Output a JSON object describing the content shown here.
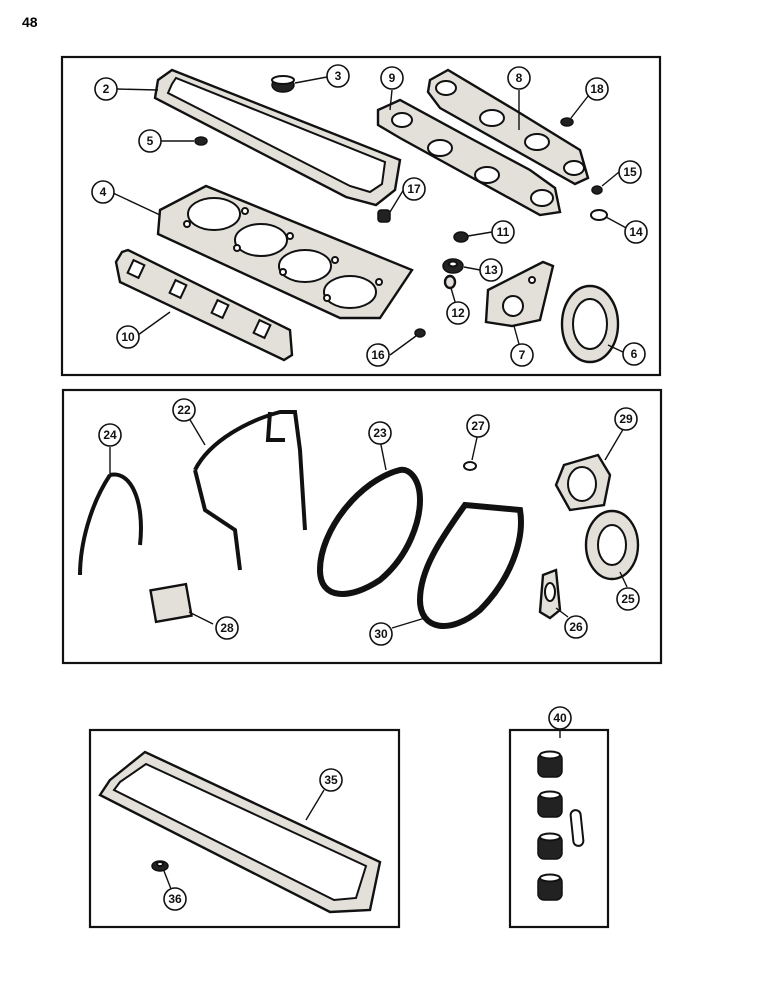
{
  "page": {
    "number": "48"
  },
  "callouts": {
    "c2": "2",
    "c3": "3",
    "c4": "4",
    "c5": "5",
    "c6": "6",
    "c7": "7",
    "c8": "8",
    "c9": "9",
    "c10": "10",
    "c11": "11",
    "c12": "12",
    "c13": "13",
    "c14": "14",
    "c15": "15",
    "c16": "16",
    "c17": "17",
    "c18": "18",
    "c22": "22",
    "c23": "23",
    "c24": "24",
    "c25": "25",
    "c26": "26",
    "c27": "27",
    "c28": "28",
    "c29": "29",
    "c30": "30",
    "c35": "35",
    "c36": "36",
    "c40": "40"
  }
}
